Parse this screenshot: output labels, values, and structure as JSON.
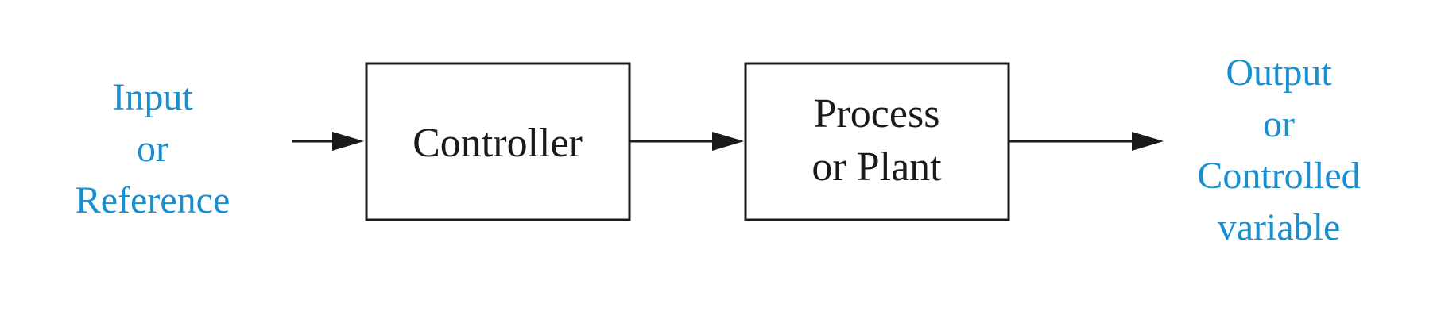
{
  "input_label": {
    "lines": [
      "Input",
      "or",
      "Reference"
    ]
  },
  "blocks": {
    "controller": {
      "lines": [
        "Controller"
      ]
    },
    "process": {
      "lines": [
        "Process",
        "or Plant"
      ]
    }
  },
  "output_label": {
    "lines": [
      "Output",
      "or",
      "Controlled",
      "variable"
    ]
  },
  "colors": {
    "side_label": "#1a8fd0",
    "block_text": "#1a1a1a",
    "stroke": "#1a1a1a"
  }
}
